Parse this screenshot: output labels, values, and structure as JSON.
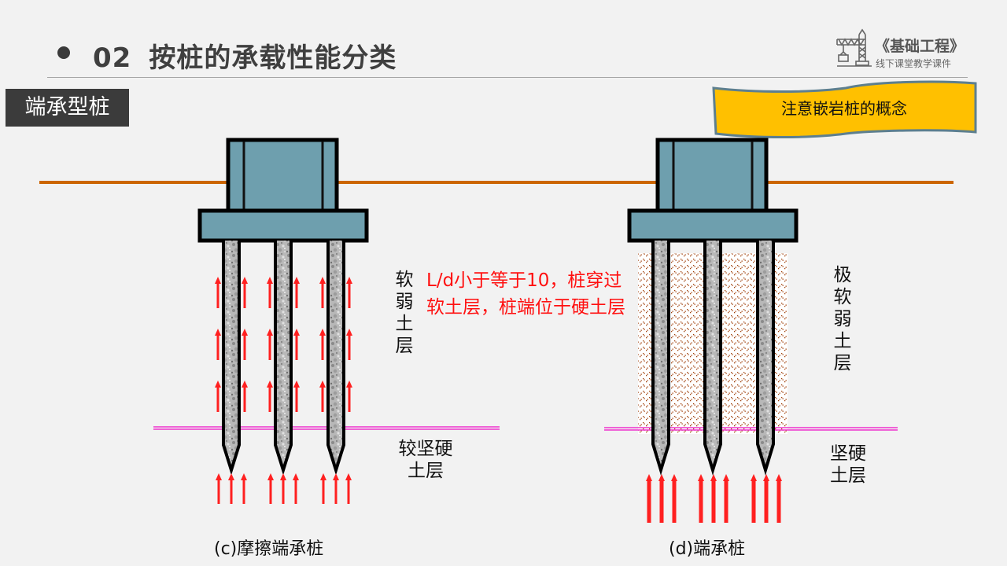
{
  "header": {
    "section_number": "02",
    "title": "按桩的承载性能分类",
    "tag": "端承型桩"
  },
  "logo": {
    "title": "《基础工程》",
    "subtitle": "线下课堂教学课件",
    "icon": "crane-icon"
  },
  "banner": {
    "text": "注意嵌岩桩的概念",
    "fill_color": "#ffc000",
    "border_color": "#5d7f8f"
  },
  "colors": {
    "ground_line": "#cc6600",
    "layer_boundary": "#ee33cc",
    "pile_cap": "#6e9fae",
    "arrow": "#ff2020",
    "note_text": "#ff1010",
    "soft_soil_dots": "#a0400a"
  },
  "diagram_c": {
    "caption": "(c)摩擦端承桩",
    "upper_layer_label": "软弱土层",
    "lower_layer_label_line1": "较坚硬",
    "lower_layer_label_line2": "土层",
    "note": "L/d小于等于10，桩穿过软土层，桩端位于硬土层",
    "pile_count": 3,
    "side_arrow_rows": 3,
    "tip_arrows_per_pile": 3
  },
  "diagram_d": {
    "caption": "(d)端承桩",
    "upper_layer_label": "极软弱土层",
    "lower_layer_label_line1": "坚硬",
    "lower_layer_label_line2": "土层",
    "pile_count": 3,
    "side_arrow_rows": 0,
    "tip_arrows_per_pile": 3
  }
}
